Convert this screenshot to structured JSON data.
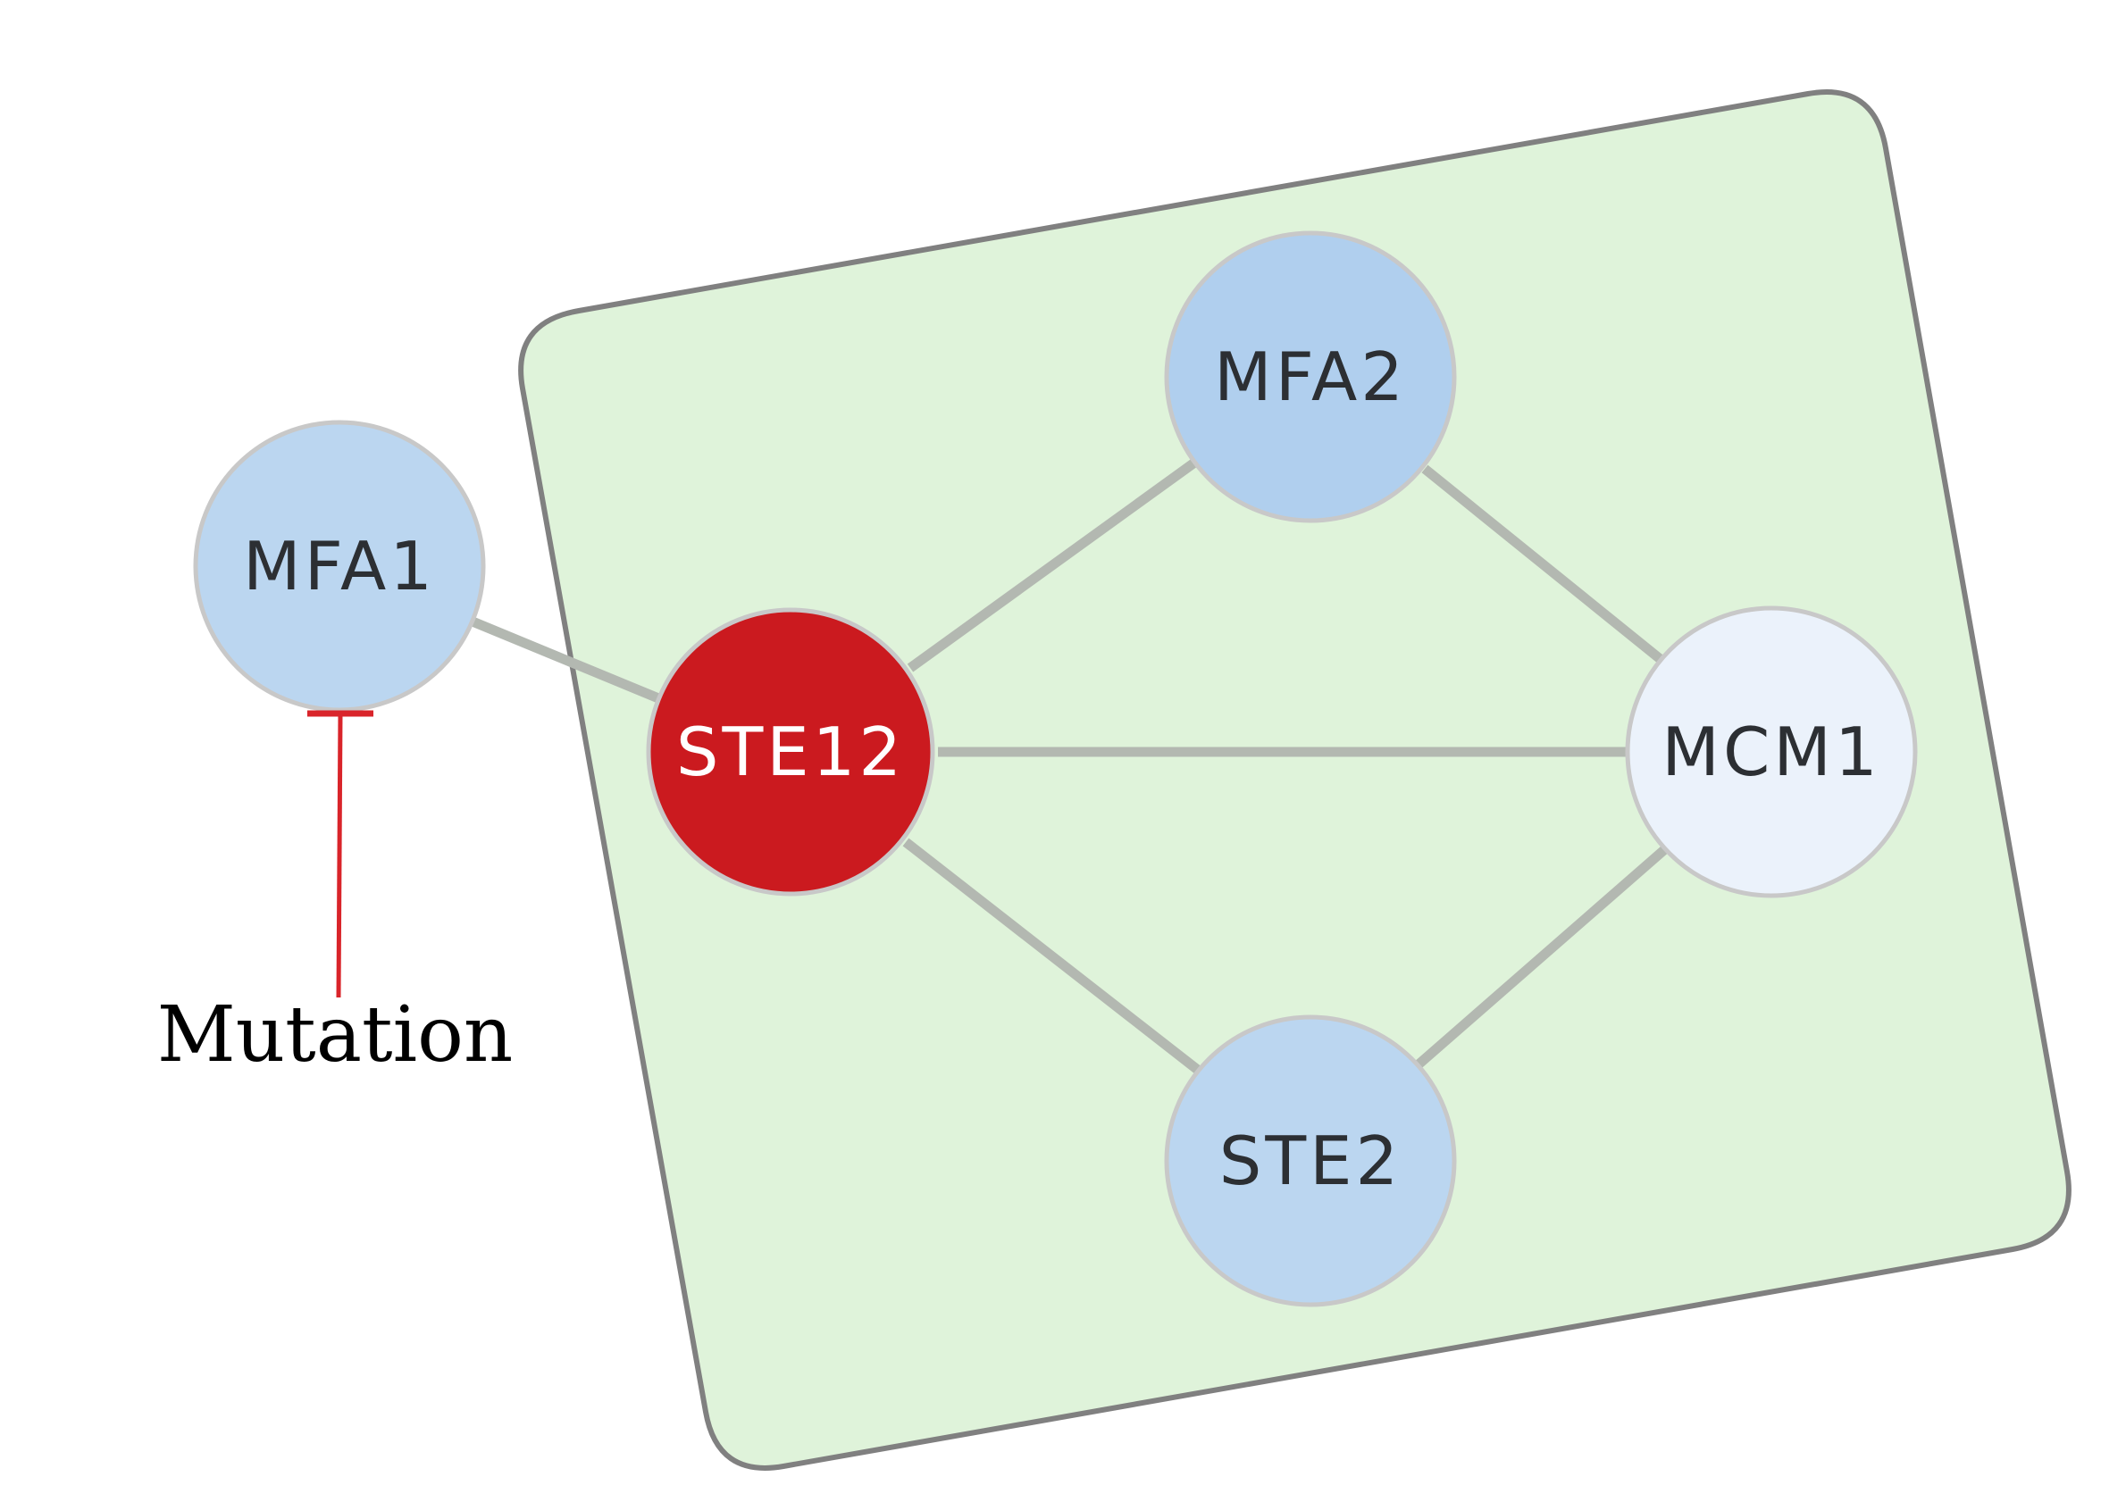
{
  "diagram": {
    "group": {
      "fill": "#dff3da",
      "stroke": "#808080"
    },
    "nodes": [
      {
        "id": "MFA1",
        "label": "MFA1",
        "fill": "#bbd6f0",
        "text_color": "#2c2f33"
      },
      {
        "id": "MFA2",
        "label": "MFA2",
        "fill": "#b0cfee",
        "text_color": "#2c2f33"
      },
      {
        "id": "STE12",
        "label": "STE12",
        "fill": "#cb1a1f",
        "text_color": "#ffffff"
      },
      {
        "id": "MCM1",
        "label": "MCM1",
        "fill": "#ebf2fb",
        "text_color": "#2c2f33"
      },
      {
        "id": "STE2",
        "label": "STE2",
        "fill": "#bbd6f0",
        "text_color": "#2c2f33"
      }
    ],
    "node_stroke": "#c8c8c8",
    "edge_color": "#b3b8b1",
    "edges": [
      [
        "MFA1",
        "STE12"
      ],
      [
        "STE12",
        "MFA2"
      ],
      [
        "MFA2",
        "MCM1"
      ],
      [
        "STE12",
        "MCM1"
      ],
      [
        "STE12",
        "STE2"
      ],
      [
        "STE2",
        "MCM1"
      ]
    ],
    "annotation": {
      "label": "Mutation",
      "target": "MFA1",
      "color": "#d9242a"
    }
  }
}
